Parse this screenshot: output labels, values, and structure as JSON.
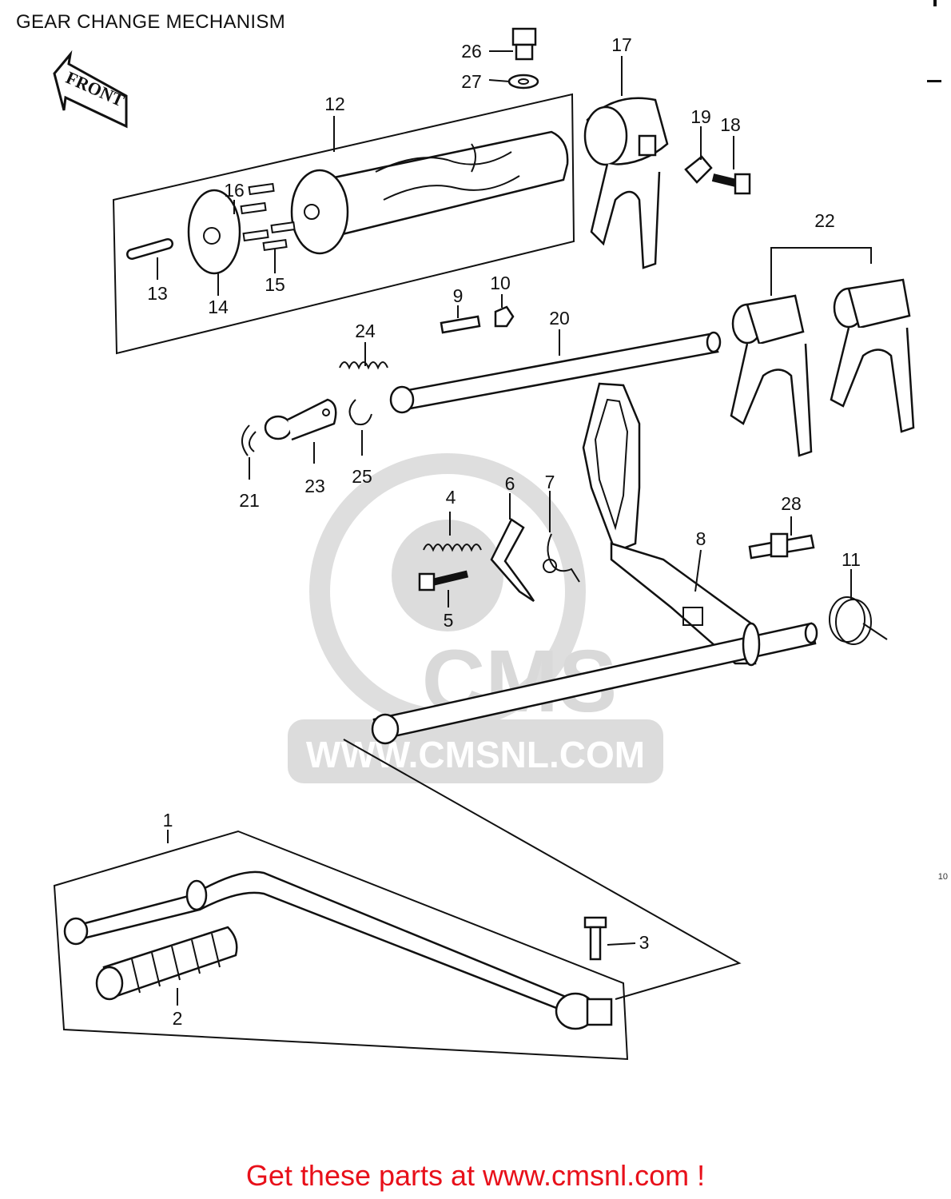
{
  "page_title": "GEAR CHANGE MECHANISM",
  "front_arrow_label": "FRONT",
  "watermark": {
    "brand": "CMS",
    "url": "WWW.CMSNL.COM"
  },
  "callouts": [
    "1",
    "2",
    "3",
    "4",
    "5",
    "6",
    "7",
    "8",
    "9",
    "10",
    "11",
    "12",
    "13",
    "14",
    "15",
    "16",
    "17",
    "18",
    "19",
    "20",
    "21",
    "22",
    "23",
    "24",
    "25",
    "26",
    "27",
    "28"
  ],
  "edge_text": "10",
  "promo_text": "Get these parts at www.cmsnl.com !"
}
